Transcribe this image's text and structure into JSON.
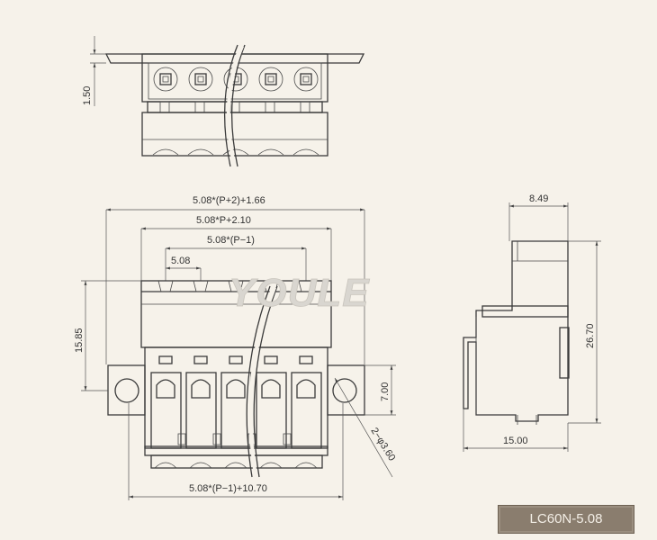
{
  "drawing": {
    "dims_top_view": {
      "height": "1.50"
    },
    "dims_front": {
      "overall_width": "5.08*(P+2)+1.66",
      "body_width": "5.08*P+2.10",
      "pin_span": "5.08*(P−1)",
      "pitch": "5.08",
      "height": "15.85",
      "flange_height": "7.00",
      "mount_hole": "2−φ3.60",
      "bottom_width": "5.08*(P−1)+10.70"
    },
    "dims_side": {
      "top_width": "8.49",
      "height": "26.70",
      "depth": "15.00"
    },
    "watermark": "YOULE",
    "model": "LC60N-5.08"
  },
  "colors": {
    "background": "#f6f2ea",
    "line": "#3a3a3a",
    "badge": "#8a7d6e"
  }
}
